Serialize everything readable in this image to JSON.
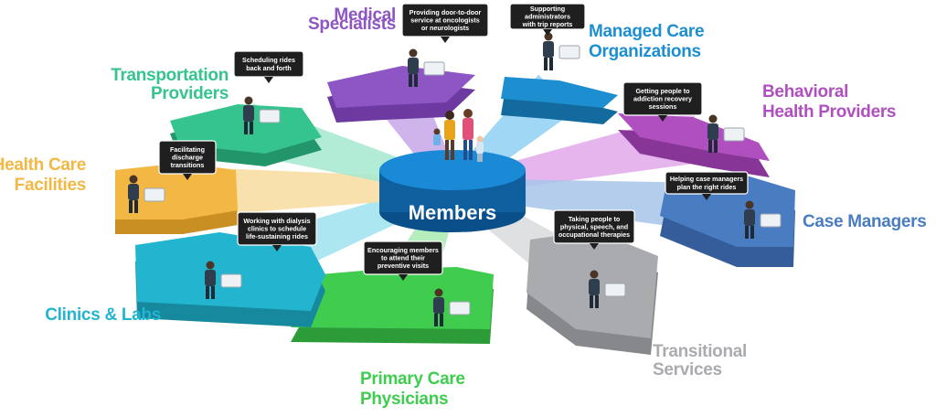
{
  "center": {
    "label": "Members"
  },
  "segments": [
    {
      "id": "medical",
      "label_lines": [
        "Medical",
        "Specialists"
      ],
      "bubble_lines": [
        "Providing door-to-door",
        "service at oncologists",
        "or neurologists"
      ],
      "color": "#8e55c4",
      "shade": "#6c3aa0",
      "ray": "#c7a7e8",
      "icon": "mri-scanner-icon"
    },
    {
      "id": "managed",
      "label_lines": [
        "Managed Care",
        "Organizations"
      ],
      "bubble_lines": [
        "Supporting",
        "administrators",
        "with trip reports"
      ],
      "color": "#1d8fd0",
      "shade": "#136a9e",
      "ray": "#8fd0f2",
      "icon": "presentation-board-icon"
    },
    {
      "id": "behavioral",
      "label_lines": [
        "Behavioral",
        "Health Providers"
      ],
      "bubble_lines": [
        "Getting people to",
        "addiction recovery",
        "sessions"
      ],
      "color": "#b04fc0",
      "shade": "#873596",
      "ray": "#e2a8ea",
      "icon": "counseling-desk-icon"
    },
    {
      "id": "case",
      "label_lines": [
        "Case Managers"
      ],
      "bubble_lines": [
        "Helping case managers",
        "plan the right rides"
      ],
      "color": "#4a7cc2",
      "shade": "#345d99",
      "ray": "#a8c4ea",
      "icon": "office-desk-icon"
    },
    {
      "id": "transitional",
      "label_lines": [
        "Transitional",
        "Services"
      ],
      "bubble_lines": [
        "Taking people to",
        "physical, speech, and",
        "occupational therapies"
      ],
      "color": "#a9abae",
      "shade": "#86888b",
      "ray": "#d9dadc",
      "icon": "therapist-icon"
    },
    {
      "id": "primary",
      "label_lines": [
        "Primary Care",
        "Physicians"
      ],
      "bubble_lines": [
        "Encouraging members",
        "to attend their",
        "preventive visits"
      ],
      "color": "#3fcc4f",
      "shade": "#2b9c38",
      "ray": "#a8eab0",
      "icon": "doctor-patient-icon"
    },
    {
      "id": "clinics",
      "label_lines": [
        "Clinics & Labs"
      ],
      "bubble_lines": [
        "Working with dialysis",
        "clinics to schedule",
        "life-sustaining rides"
      ],
      "color": "#23b5cf",
      "shade": "#17899e",
      "ray": "#9ee2ee",
      "icon": "hospital-bed-icon"
    },
    {
      "id": "facilities",
      "label_lines": [
        "Health Care",
        "Facilities"
      ],
      "bubble_lines": [
        "Facilitating",
        "discharge",
        "transitions"
      ],
      "color": "#f3b844",
      "shade": "#c98f22",
      "ray": "#f8dca0",
      "icon": "wheelchair-icon"
    },
    {
      "id": "transport",
      "label_lines": [
        "Transportation",
        "Providers"
      ],
      "bubble_lines": [
        "Scheduling rides",
        "back and forth"
      ],
      "color": "#35c48e",
      "shade": "#23956a",
      "ray": "#a4e8cf",
      "icon": "van-icon"
    }
  ]
}
